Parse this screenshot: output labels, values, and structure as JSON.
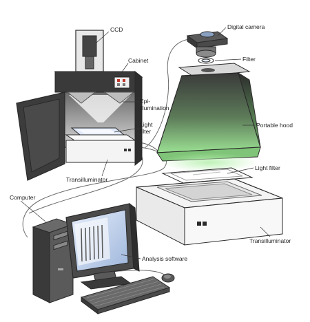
{
  "labels": {
    "ccd": "CCD",
    "cabinet": "Cabinet",
    "epi_line1": "Epi-",
    "epi_line2": "illumination",
    "light_filter_cabinet_line1": "Light",
    "light_filter_cabinet_line2": "filter",
    "transilluminator_left": "Transilluminator",
    "digital_camera": "Digital camera",
    "filter": "Filter",
    "portable_hood": "Portable hood",
    "light_filter_right": "Light filter",
    "transilluminator_right": "Transilluminator",
    "computer": "Computer",
    "analysis_software": "Analysis software"
  },
  "colors": {
    "outline": "#2a2a2a",
    "cabinet_dark": "#3a3a3a",
    "cabinet_mid": "#5a5a5a",
    "hood_top": "#4a4a4a",
    "hood_glow": "#8fd08a",
    "screen_blue": "#c8d8f0",
    "device_white": "#f4f4f4",
    "label_text": "#222222"
  }
}
